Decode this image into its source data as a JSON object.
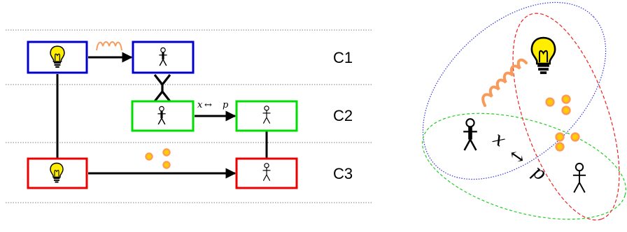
{
  "rows": [
    {
      "label": "C1",
      "color": "#0000cc"
    },
    {
      "label": "C2",
      "color": "#00dd00"
    },
    {
      "label": "C3",
      "color": "#ee0000"
    }
  ],
  "left_diagram": {
    "c2_arrow_label": {
      "x": "x",
      "arrow": "↔",
      "p": "p"
    }
  },
  "right_diagram": {
    "diagonal_label": {
      "x": "x",
      "arrow": "↔",
      "p": "p"
    },
    "ellipse_colors": {
      "c1": "#3333dd",
      "c2": "#22cc22",
      "c3": "#ee2222"
    }
  },
  "colors": {
    "bulb": "#ffee00",
    "wave": "#f79a5a",
    "particle_fill": "#ffcc00",
    "particle_ring": "#ff9955",
    "divider": "#999999"
  }
}
